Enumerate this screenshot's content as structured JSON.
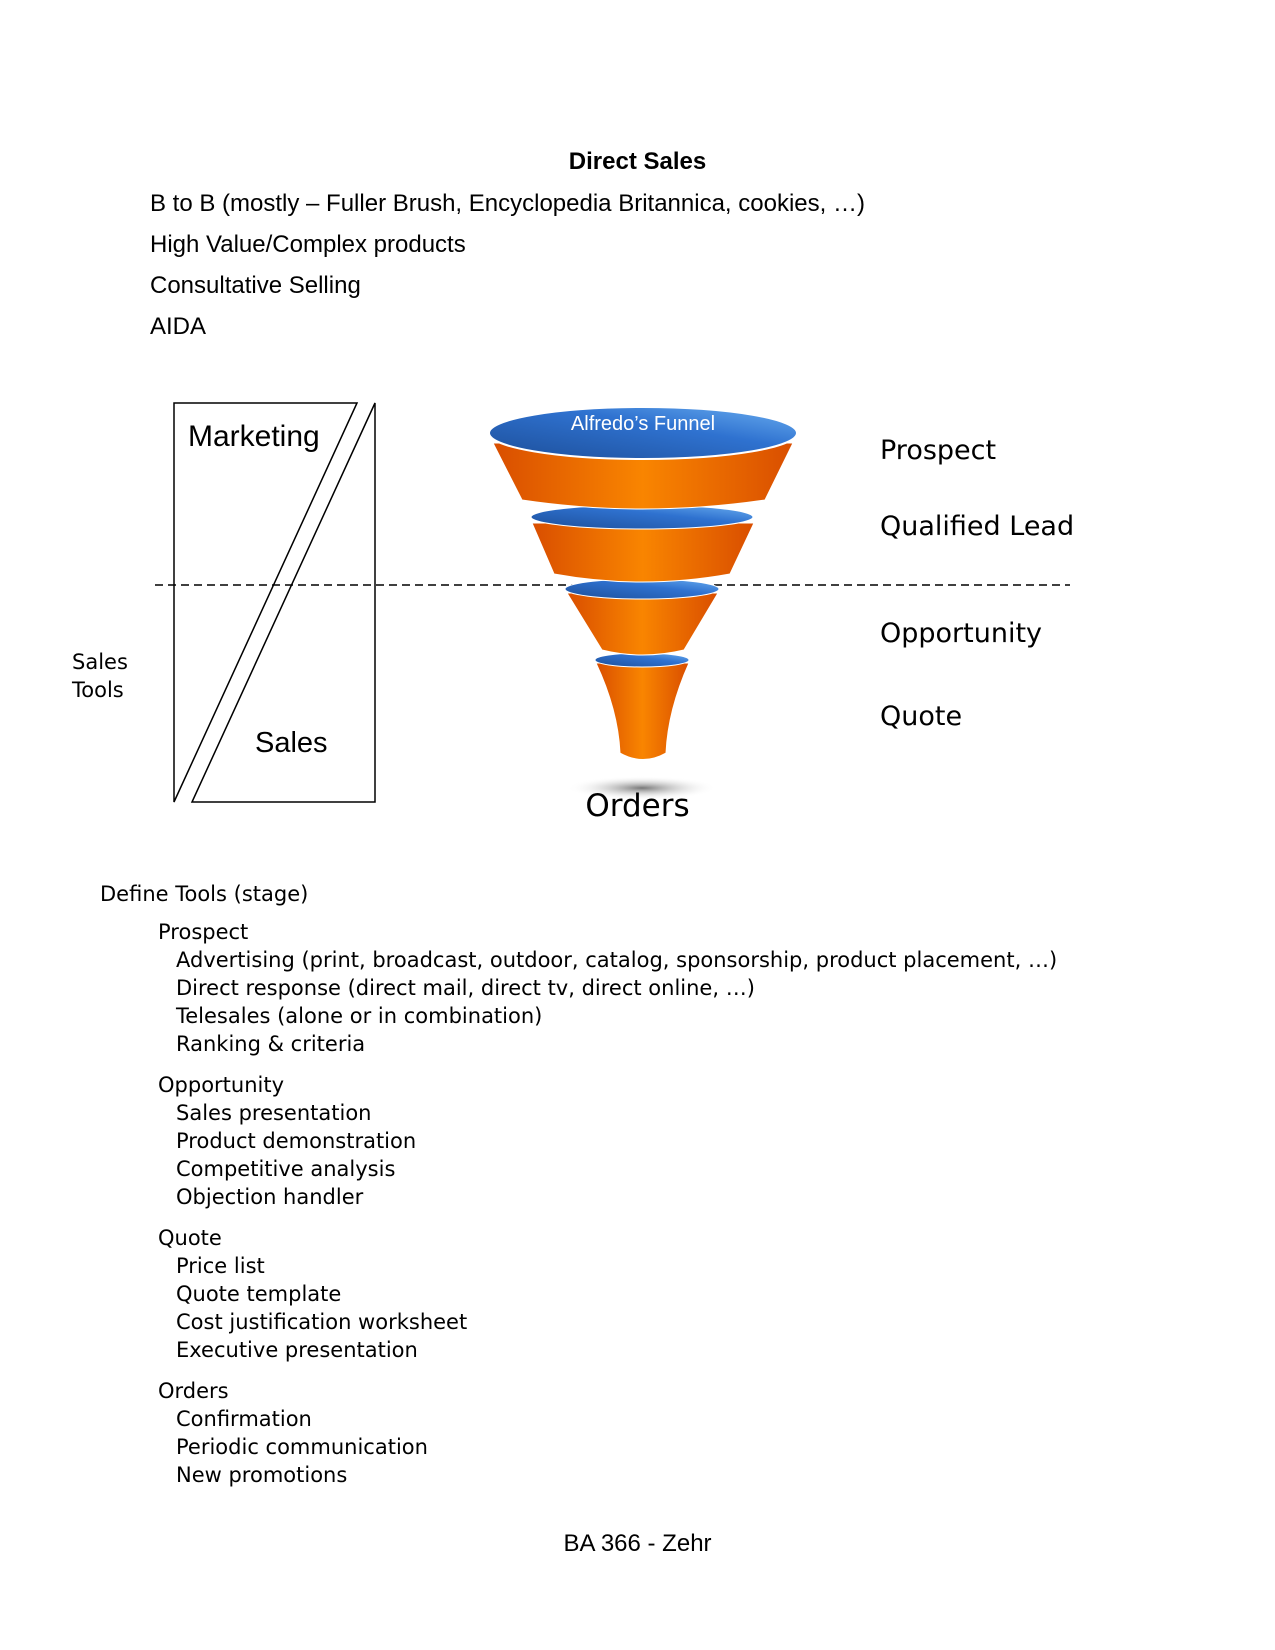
{
  "title": "Direct Sales",
  "intro": [
    "B to B (mostly – Fuller Brush, Encyclopedia Britannica, cookies, …)",
    "High Value/Complex products",
    "Consultative Selling",
    "AIDA"
  ],
  "diagram": {
    "marketing": "Marketing",
    "sales": "Sales",
    "side_label": [
      "Sales",
      "Tools"
    ],
    "funnel_title": "Alfredo’s Funnel",
    "stages": [
      "Prospect",
      "Qualified Lead",
      "Opportunity",
      "Quote"
    ],
    "output": "Orders",
    "colors": {
      "orange": "#f57c00",
      "blue": "#2f72d0"
    }
  },
  "tools": {
    "heading": "Define Tools (stage)",
    "groups": [
      {
        "name": "Prospect",
        "items": [
          "Advertising (print, broadcast, outdoor, catalog, sponsorship, product placement, …)",
          "Direct response (direct mail, direct tv, direct online, …)",
          "Telesales (alone or in combination)",
          "Ranking & criteria"
        ]
      },
      {
        "name": "Opportunity",
        "items": [
          "Sales presentation",
          "Product demonstration",
          "Competitive analysis",
          "Objection handler"
        ]
      },
      {
        "name": "Quote",
        "items": [
          "Price list",
          "Quote template",
          "Cost justification worksheet",
          "Executive presentation"
        ]
      },
      {
        "name": "Orders",
        "items": [
          "Confirmation",
          "Periodic communication",
          "New promotions"
        ]
      }
    ]
  },
  "footer": "BA 366 - Zehr"
}
